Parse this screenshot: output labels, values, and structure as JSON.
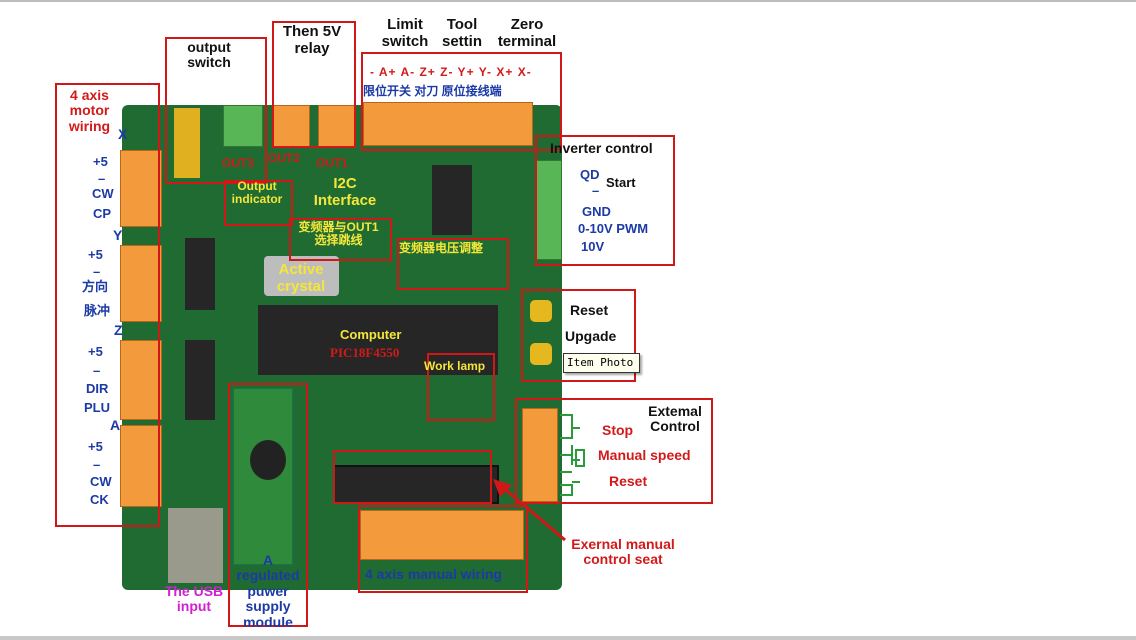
{
  "photo": {
    "left_labels": {
      "title": "4  axis motor wiring",
      "axes": [
        "X",
        "Y",
        "Z",
        "A"
      ],
      "x_pins": [
        "+5",
        "–",
        "CW",
        "CP"
      ],
      "y_pins": [
        "+5",
        "–",
        "方向",
        "脉冲"
      ],
      "z_pins": [
        "+5",
        "–",
        "DIR",
        "PLU"
      ],
      "a_pins": [
        "+5",
        "–",
        "CW",
        "CK"
      ]
    },
    "output_switch": "output switch",
    "relay": "Then 5V relay",
    "limit_switch": "Limit switch",
    "tool_setting": "Tool settin",
    "zero_terminal": "Zero terminal",
    "limit_pins": "- A+ A- Z+ Z- Y+ Y- X+ X-",
    "limit_cn": "限位开关 对刀 原位接线端",
    "out_labels": [
      "OUT3",
      "OUT2",
      "OUT1"
    ],
    "output_indicator": "Output indicator",
    "i2c": "I2C Interface",
    "inverter_jumper_cn": "变频器与OUT1 选择跳线",
    "inverter_voltage_cn": "变频器电压调整",
    "active_crystal": "Active crystal",
    "computer": "Computer",
    "mcu": "PIC18F4550",
    "work_lamp": "Work lamp",
    "inverter": {
      "title": "Inverter control",
      "qd": "QD",
      "start": "Start",
      "dash": "–",
      "gnd": "GND",
      "pwm": "0-10V PWM",
      "v10": "10V"
    },
    "reset": "Reset",
    "upgrade": "Upgade",
    "external": {
      "title": "Extemal Control",
      "stop": "Stop",
      "manual_speed": "Manual speed",
      "reset": "Reset"
    },
    "manual_seat": "Exernal manual control seat",
    "manual_wiring": "4  axis manual wiring",
    "power_module": "A regulated puwer supply module",
    "usb_input": "The USB input"
  },
  "tooltip": "Item Photo",
  "colors": {
    "annotation_red": "#d01818",
    "board_green": "#1f6b32",
    "terminal_orange": "#f39a3c",
    "label_blue": "#1c3aa6",
    "usb_magenta": "#d020d0"
  }
}
